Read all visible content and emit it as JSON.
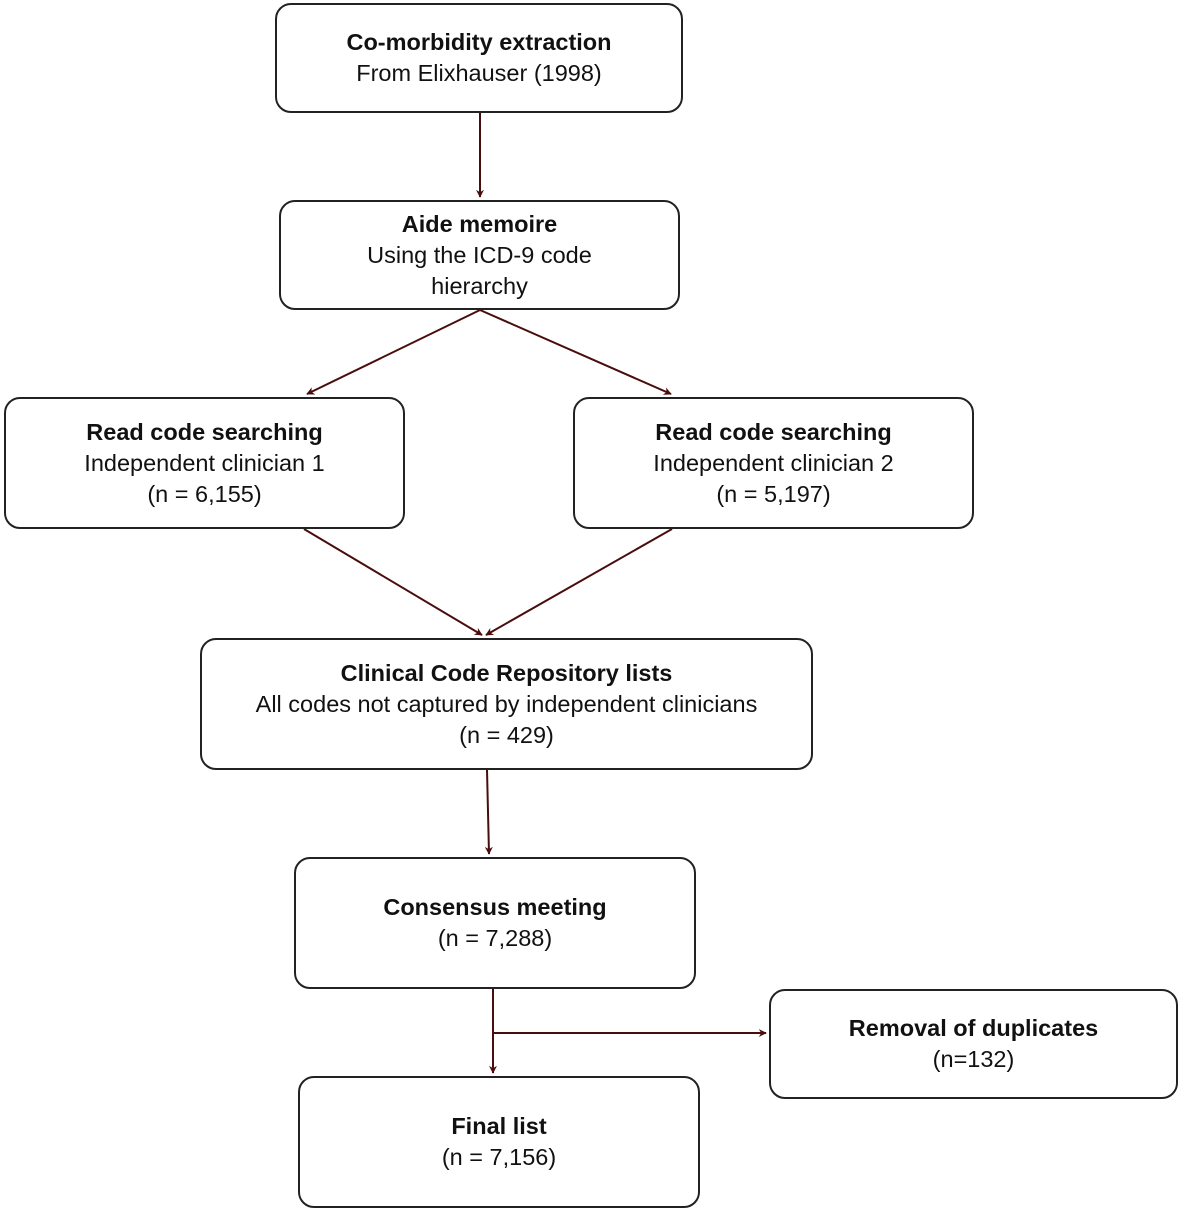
{
  "diagram": {
    "line_color": "#4a0d0d",
    "box_border_color": "#222222",
    "boxes": {
      "comorbidity": {
        "title": "Co-morbidity extraction",
        "lines": [
          "From Elixhauser (1998)"
        ]
      },
      "aide": {
        "title": "Aide memoire",
        "lines": [
          "Using the ICD-9 code",
          "hierarchy"
        ]
      },
      "read1": {
        "title": "Read code searching",
        "lines": [
          "Independent clinician 1",
          "(n = 6,155)"
        ]
      },
      "read2": {
        "title": "Read code searching",
        "lines": [
          "Independent clinician 2",
          "(n = 5,197)"
        ]
      },
      "repository": {
        "title": "Clinical Code Repository lists",
        "lines": [
          "All codes not captured by independent clinicians",
          "(n = 429)"
        ]
      },
      "consensus": {
        "title": "Consensus meeting",
        "lines": [
          "(n = 7,288)"
        ]
      },
      "removal": {
        "title": "Removal of duplicates",
        "lines": [
          "(n=132)"
        ]
      },
      "final": {
        "title": "Final list",
        "lines": [
          "(n = 7,156)"
        ]
      }
    }
  }
}
